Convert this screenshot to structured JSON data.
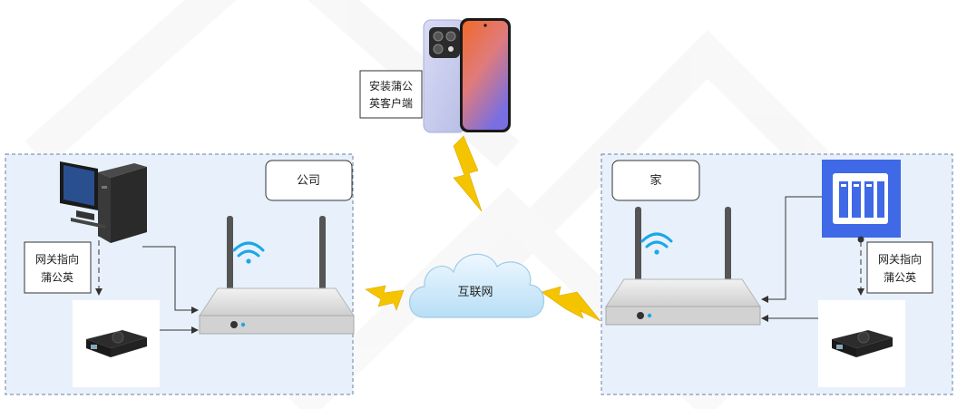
{
  "labels": {
    "phone_note_line1": "安装蒲公",
    "phone_note_line2": "英客户端",
    "office": "公司",
    "home": "家",
    "internet": "互联网",
    "office_gateway_line1": "网关指向",
    "office_gateway_line2": "蒲公英",
    "home_gateway_line1": "网关指向",
    "home_gateway_line2": "蒲公英"
  },
  "colors": {
    "zone_fill": "#e8f1fb",
    "zone_border": "#6a7fa0",
    "wifi": "#19a7e8",
    "lightning": "#f5c400",
    "nas": "#3f69e6",
    "cloud": "#cde8f8"
  },
  "icons": [
    "desktop-computer-icon",
    "router-icon",
    "wifi-icon",
    "cloud-icon",
    "lightning-icon",
    "smartphone-icon",
    "nas-icon",
    "pgy-box-icon"
  ]
}
